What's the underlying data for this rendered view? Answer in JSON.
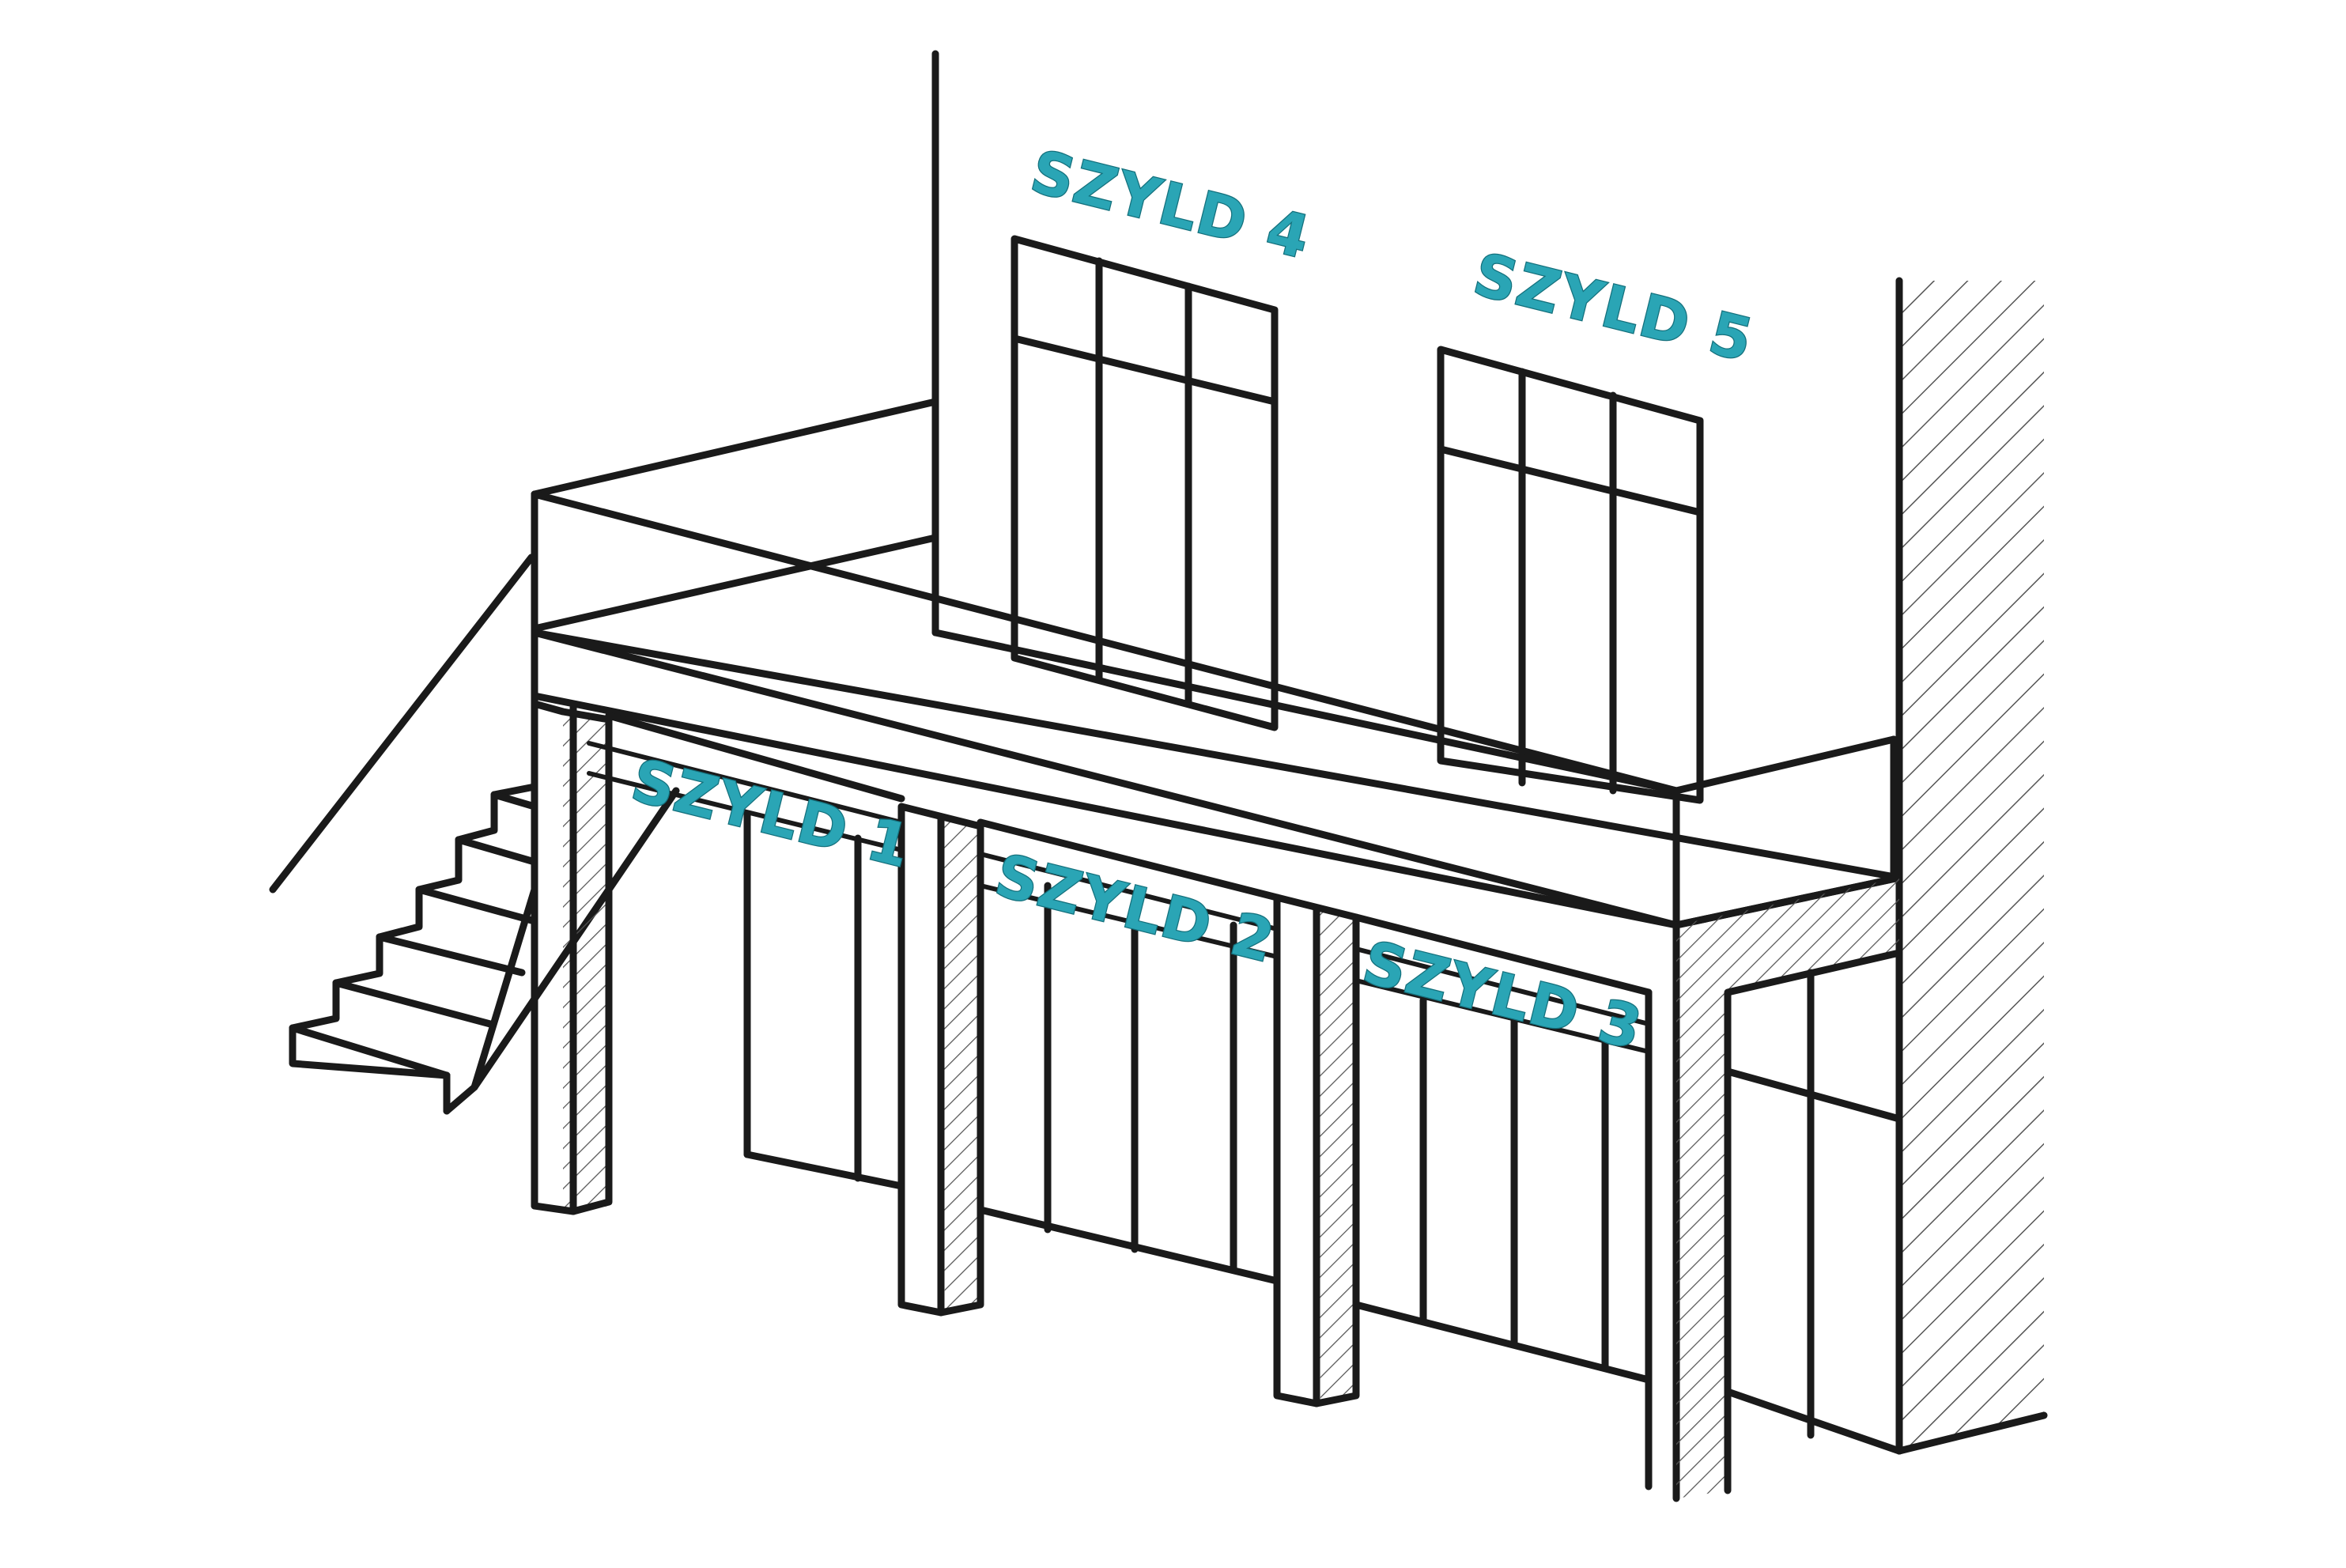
{
  "signs": [
    {
      "id": "szyld-1",
      "label": "SZYLD 1"
    },
    {
      "id": "szyld-2",
      "label": "SZYLD 2"
    },
    {
      "id": "szyld-3",
      "label": "SZYLD 3"
    },
    {
      "id": "szyld-4",
      "label": "SZYLD 4"
    },
    {
      "id": "szyld-5",
      "label": "SZYLD 5"
    }
  ],
  "colors": {
    "sign_text": "#2aa5b5",
    "sign_shadow": "#14707c",
    "lines": "#1a1a1a",
    "background": "#ffffff"
  }
}
